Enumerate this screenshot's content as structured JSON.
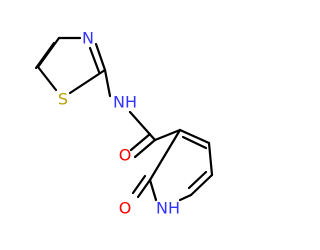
{
  "atoms": {
    "thiazole_N": {
      "label": "N",
      "color": "#3333ff"
    },
    "thiazole_S": {
      "label": "S",
      "color": "#b8a000"
    },
    "amide_NH": {
      "label": "NH",
      "color": "#3333ff"
    },
    "carbonyl_O": {
      "label": "O",
      "color": "#ff0000"
    },
    "pyridone_O": {
      "label": "O",
      "color": "#ff0000"
    },
    "pyridone_NH": {
      "label": "NH",
      "color": "#3333ff"
    }
  }
}
